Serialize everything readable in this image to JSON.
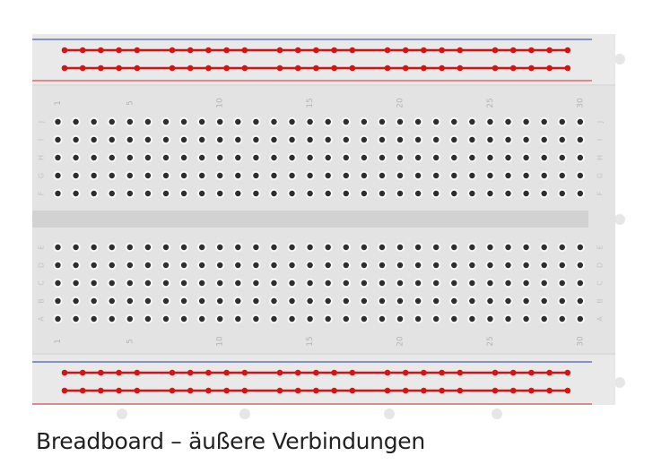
{
  "title": "Breadboard – äußere Verbindungen",
  "board": {
    "columns": 30,
    "column_labels": [
      "1",
      "5",
      "10",
      "15",
      "20",
      "25",
      "30"
    ],
    "rows_upper": [
      "J",
      "I",
      "H",
      "G",
      "F"
    ],
    "rows_lower": [
      "E",
      "D",
      "C",
      "B",
      "A"
    ],
    "rail_groups": 5,
    "holes_per_group": 5,
    "colors": {
      "board": "#e3e3e3",
      "rail_area": "#e9e9e9",
      "divider": "#d2d2d2",
      "hole": "#2e2e2e",
      "hole_ring": "#f7f7f7",
      "blue_line": "#1f3a9e",
      "red_line": "#d42a2a",
      "connection": "#d41414",
      "mount_hole": "#e6e6e6"
    }
  }
}
